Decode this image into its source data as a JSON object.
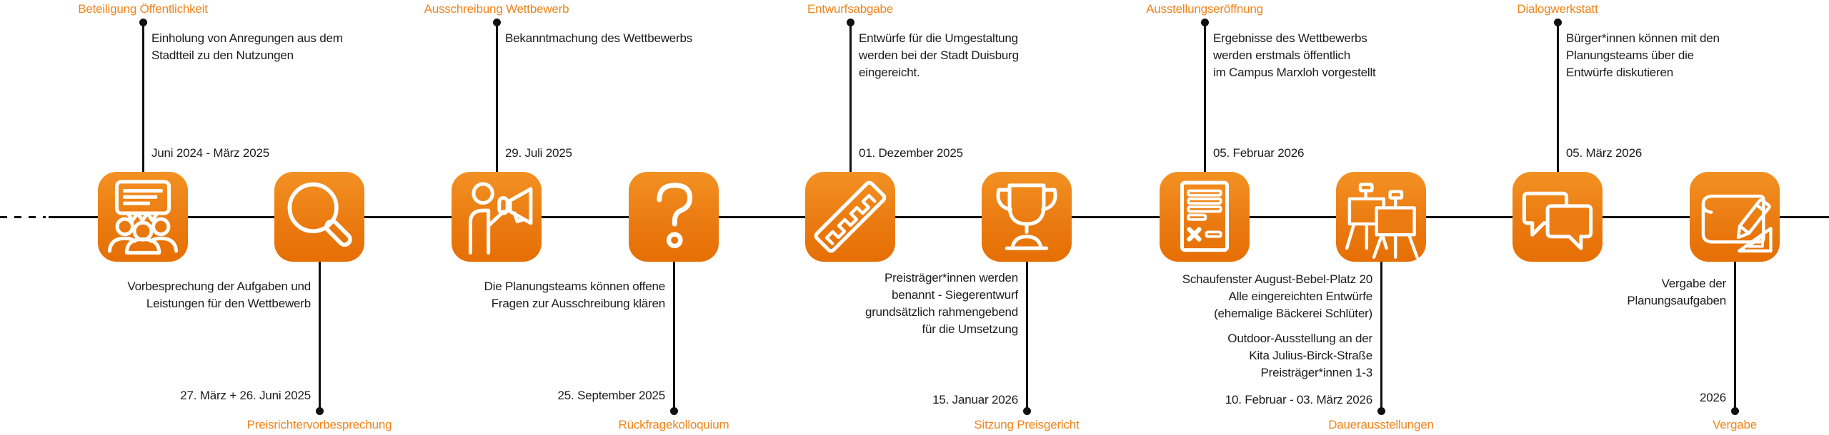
{
  "meta": {
    "language": "de",
    "accent_color": "#EC7C12",
    "label_color": "#F0841A",
    "line_color": "#111111",
    "text_color": "#1C1C1C"
  },
  "timeline": {
    "milestones": [
      {
        "id": "beteiligung-oeffentlichkeit",
        "side": "top",
        "label": "Beteiligung Öffentlichkeit",
        "description": "Einholung von Anregungen aus dem\nStadtteil zu den Nutzungen",
        "date": "Juni 2024 - März 2025",
        "icon": "audience-discussion-icon"
      },
      {
        "id": "preisrichtervorbesprechung",
        "side": "bottom",
        "label": "Preisrichtervorbesprechung",
        "description": "Vorbesprechung der Aufgaben und\nLeistungen für den Wettbewerb",
        "date": "27. März + 26. Juni 2025",
        "icon": "magnifier-icon"
      },
      {
        "id": "ausschreibung-wettbewerb",
        "side": "top",
        "label": "Ausschreibung Wettbewerb",
        "description": "Bekanntmachung des Wettbewerbs",
        "date": "29. Juli 2025",
        "icon": "megaphone-announcement-icon"
      },
      {
        "id": "rueckfragekolloquium",
        "side": "bottom",
        "label": "Rückfragekolloquium",
        "description": "Die Planungsteams können offene\nFragen zur Ausschreibung klären",
        "date": "25. September 2025",
        "icon": "question-mark-icon"
      },
      {
        "id": "entwurfsabgabe",
        "side": "top",
        "label": "Entwurfsabgabe",
        "description": "Entwürfe für die Umgestaltung\nwerden bei der Stadt Duisburg\neingereicht.",
        "date": "01. Dezember 2025",
        "icon": "ruler-icon"
      },
      {
        "id": "sitzung-preisgericht",
        "side": "bottom",
        "label": "Sitzung Preisgericht",
        "description": "Preisträger*innen werden\nbenannt - Siegerentwurf\ngrundsätzlich rahmengebend\nfür die Umsetzung",
        "date": "15. Januar 2026",
        "icon": "trophy-icon"
      },
      {
        "id": "ausstellungseroeffnung",
        "side": "top",
        "label": "Ausstellungseröffnung",
        "description": "Ergebnisse des Wettbewerbs\nwerden erstmals öffentlich\nim Campus Marxloh vorgestellt",
        "date": "05. Februar 2026",
        "icon": "contract-document-icon"
      },
      {
        "id": "dauerausstellungen",
        "side": "bottom",
        "label": "Dauerausstellungen",
        "description": "Schaufenster August-Bebel-Platz 20\nAlle eingereichten Entwürfe\n(ehemalige Bäckerei Schlüter)",
        "description2": "Outdoor-Ausstellung an der\nKita Julius-Birck-Straße\nPreisträger*innen 1-3",
        "date": "10. Februar - 03. März 2026",
        "icon": "easel-exhibition-icon"
      },
      {
        "id": "dialogwerkstatt",
        "side": "top",
        "label": "Dialogwerkstatt",
        "description": "Bürger*innen können mit den\nPlanungsteams über die\nEntwürfe diskutieren",
        "date": "05. März 2026",
        "icon": "chat-bubbles-icon"
      },
      {
        "id": "vergabe",
        "side": "bottom",
        "label": "Vergabe",
        "description": "Vergabe der\nPlanungsaufgaben",
        "date": "2026",
        "icon": "blueprint-pencil-icon"
      }
    ]
  }
}
